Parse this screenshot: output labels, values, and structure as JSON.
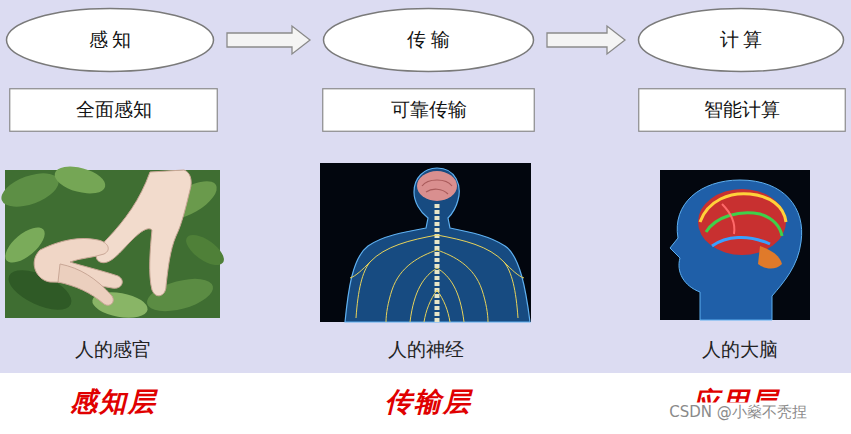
{
  "diagram": {
    "nodes": [
      {
        "text": [
          "感 知"
        ]
      },
      {
        "text": [
          "传 输"
        ]
      },
      {
        "text": [
          "计 算"
        ]
      },
      {
        "text": [
          "全面感知"
        ]
      },
      {
        "text": [
          "可靠传输"
        ]
      },
      {
        "text": [
          "智能计算"
        ]
      }
    ],
    "edges": [
      {
        "from": 0,
        "to": 1,
        "arrow": "to"
      },
      {
        "from": 1,
        "to": 2,
        "arrow": "to"
      }
    ],
    "labels": [
      "人的感官",
      "人的神经",
      "人的大脑",
      "感知层",
      "传输层",
      "应用层",
      "CSDN @小燊不秃捏"
    ]
  }
}
